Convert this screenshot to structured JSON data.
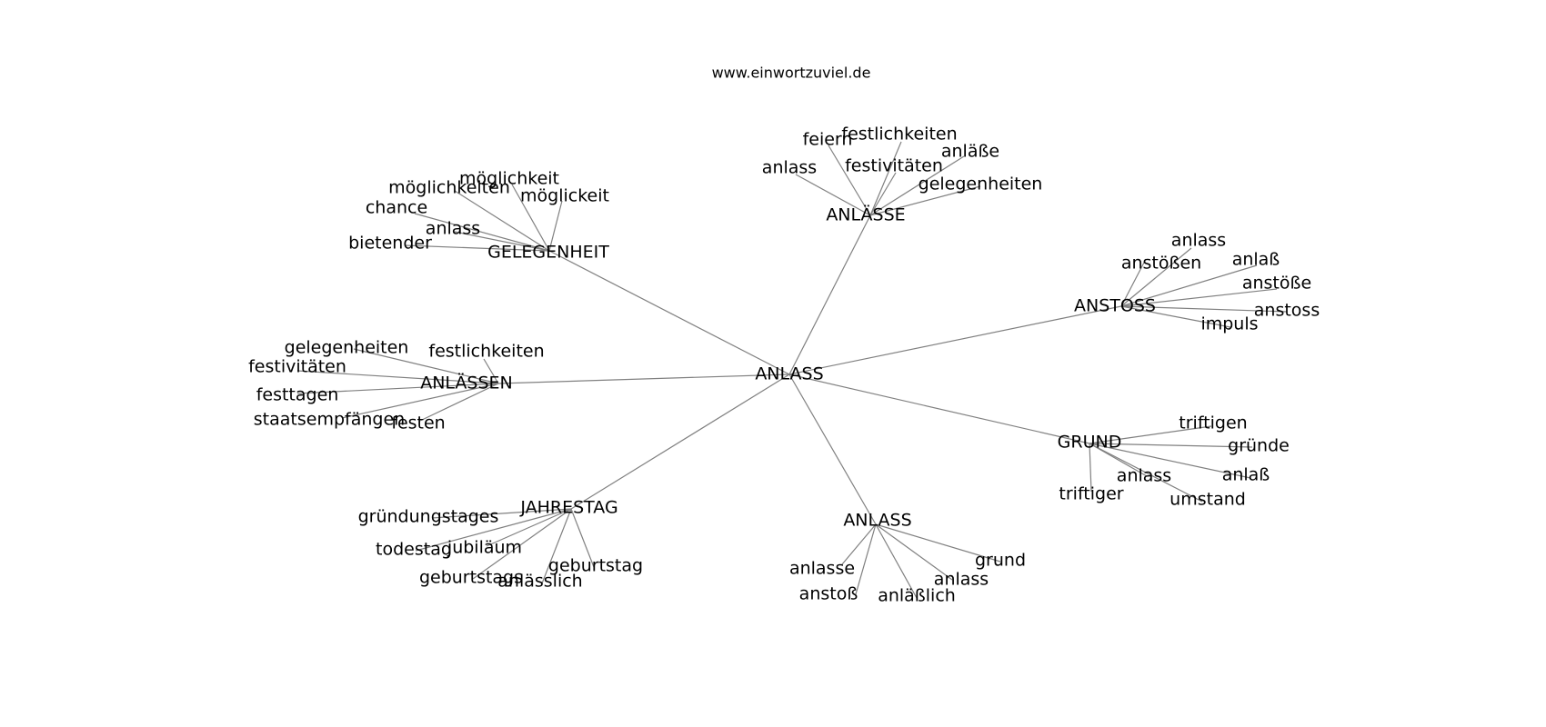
{
  "header": {
    "site": "www.einwortzuviel.de"
  },
  "graph": {
    "center": {
      "label": "ANLASS"
    },
    "clusters": [
      {
        "id": "anlaesse",
        "label": "ANLÄSSE",
        "words": [
          "feiern",
          "festlichkeiten",
          "anläße",
          "anlass",
          "festivitäten",
          "gelegenheiten"
        ]
      },
      {
        "id": "gelegenheit",
        "label": "GELEGENHEIT",
        "words": [
          "möglichkeit",
          "möglichkeiten",
          "möglickeit",
          "chance",
          "anlass",
          "bietender"
        ]
      },
      {
        "id": "anstoss",
        "label": "ANSTOSS",
        "words": [
          "anlass",
          "anstößen",
          "anlaß",
          "anstöße",
          "anstoss",
          "impuls"
        ]
      },
      {
        "id": "anlaessen",
        "label": "ANLÄSSEN",
        "words": [
          "gelegenheiten",
          "festlichkeiten",
          "festivitäten",
          "festtagen",
          "staatsempfängen",
          "festen"
        ]
      },
      {
        "id": "grund",
        "label": "GRUND",
        "words": [
          "triftigen",
          "gründe",
          "anlaß",
          "anlass",
          "triftiger",
          "umstand"
        ]
      },
      {
        "id": "jahrestag",
        "label": "JAHRESTAG",
        "words": [
          "gründungstages",
          "jubiläum",
          "todestag",
          "geburtstag",
          "geburtstags",
          "anlässlich"
        ]
      },
      {
        "id": "anlass2",
        "label": "ANLASS",
        "words": [
          "anlasse",
          "anstoß",
          "anläßlich",
          "anlass",
          "grund"
        ]
      }
    ]
  }
}
